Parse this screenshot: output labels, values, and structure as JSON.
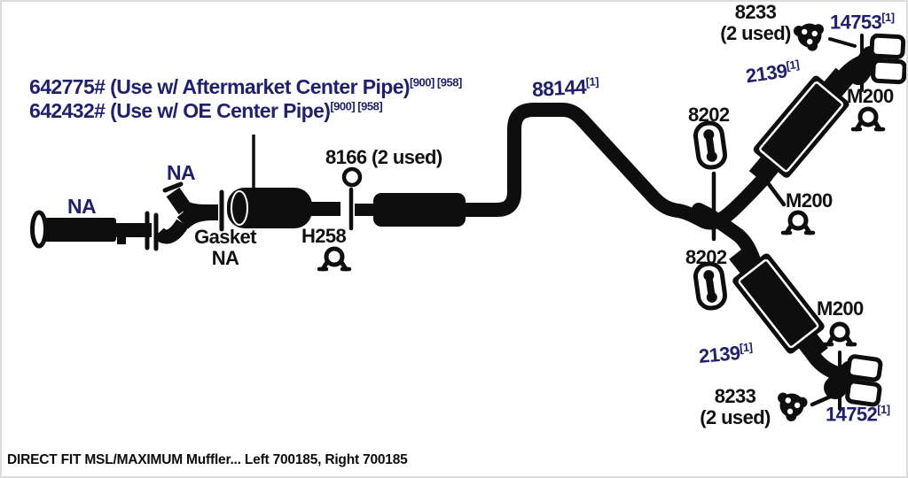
{
  "colors": {
    "background": "#ffffff",
    "note_blue": "#21216b",
    "ink": "#0e0e0e"
  },
  "notes": {
    "line1": {
      "text": "642775# (Use w/ Aftermarket Center Pipe)",
      "sup": "[900] [958]"
    },
    "line2": {
      "text": "642432# (Use w/ OE Center Pipe)",
      "sup": "[900] [958]"
    }
  },
  "parts": {
    "front_pipe": {
      "text": "NA"
    },
    "y_pipe": {
      "text": "NA"
    },
    "gasket": {
      "line1": "Gasket",
      "line2": "NA"
    },
    "gasket_8166": {
      "text": "8166 (2 used)"
    },
    "clamp_h258": {
      "text": "H258"
    },
    "center_pipe": {
      "text": "88144",
      "sup": "[1]"
    },
    "hanger_upper": {
      "text": "8202"
    },
    "hanger_lower": {
      "text": "8202"
    },
    "clamp_m200_top": {
      "text": "M200"
    },
    "clamp_m200_mid": {
      "text": "M200"
    },
    "clamp_m200_bottom": {
      "text": "M200"
    },
    "muffler_top": {
      "text": "2139",
      "sup": "[1]"
    },
    "muffler_bottom": {
      "text": "2139",
      "sup": "[1]"
    },
    "flange_top": {
      "line1": "8233",
      "line2": "(2 used)"
    },
    "flange_bottom": {
      "line1": "8233",
      "line2": "(2 used)"
    },
    "tailpipe_top": {
      "text": "14753",
      "sup": "[1]"
    },
    "tailpipe_bottom": {
      "text": "14752",
      "sup": "[1]"
    }
  },
  "caption": "DIRECT FIT MSL/MAXIMUM Muffler... Left 700185, Right 700185"
}
